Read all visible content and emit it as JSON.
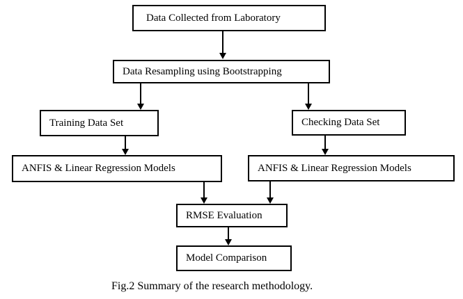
{
  "diagram": {
    "type": "flowchart",
    "caption": "Fig.2 Summary of the research methodology.",
    "nodes": {
      "collect": {
        "label": "Data Collected from Laboratory"
      },
      "resample": {
        "label": "Data Resampling using Bootstrapping"
      },
      "training": {
        "label": "Training Data Set"
      },
      "checking": {
        "label": "Checking Data Set"
      },
      "anfis_left": {
        "label": "ANFIS & Linear Regression Models"
      },
      "anfis_right": {
        "label": "ANFIS & Linear Regression Models"
      },
      "rmse": {
        "label": "RMSE Evaluation"
      },
      "compare": {
        "label": "Model Comparison"
      }
    },
    "edges": [
      {
        "from": "collect",
        "to": "resample"
      },
      {
        "from": "resample",
        "to": "training"
      },
      {
        "from": "resample",
        "to": "checking"
      },
      {
        "from": "training",
        "to": "anfis_left"
      },
      {
        "from": "checking",
        "to": "anfis_right"
      },
      {
        "from": "anfis_left",
        "to": "rmse"
      },
      {
        "from": "anfis_right",
        "to": "rmse"
      },
      {
        "from": "rmse",
        "to": "compare"
      }
    ],
    "colors": {
      "line": "#000000",
      "text": "#000000",
      "background": "#ffffff"
    }
  }
}
